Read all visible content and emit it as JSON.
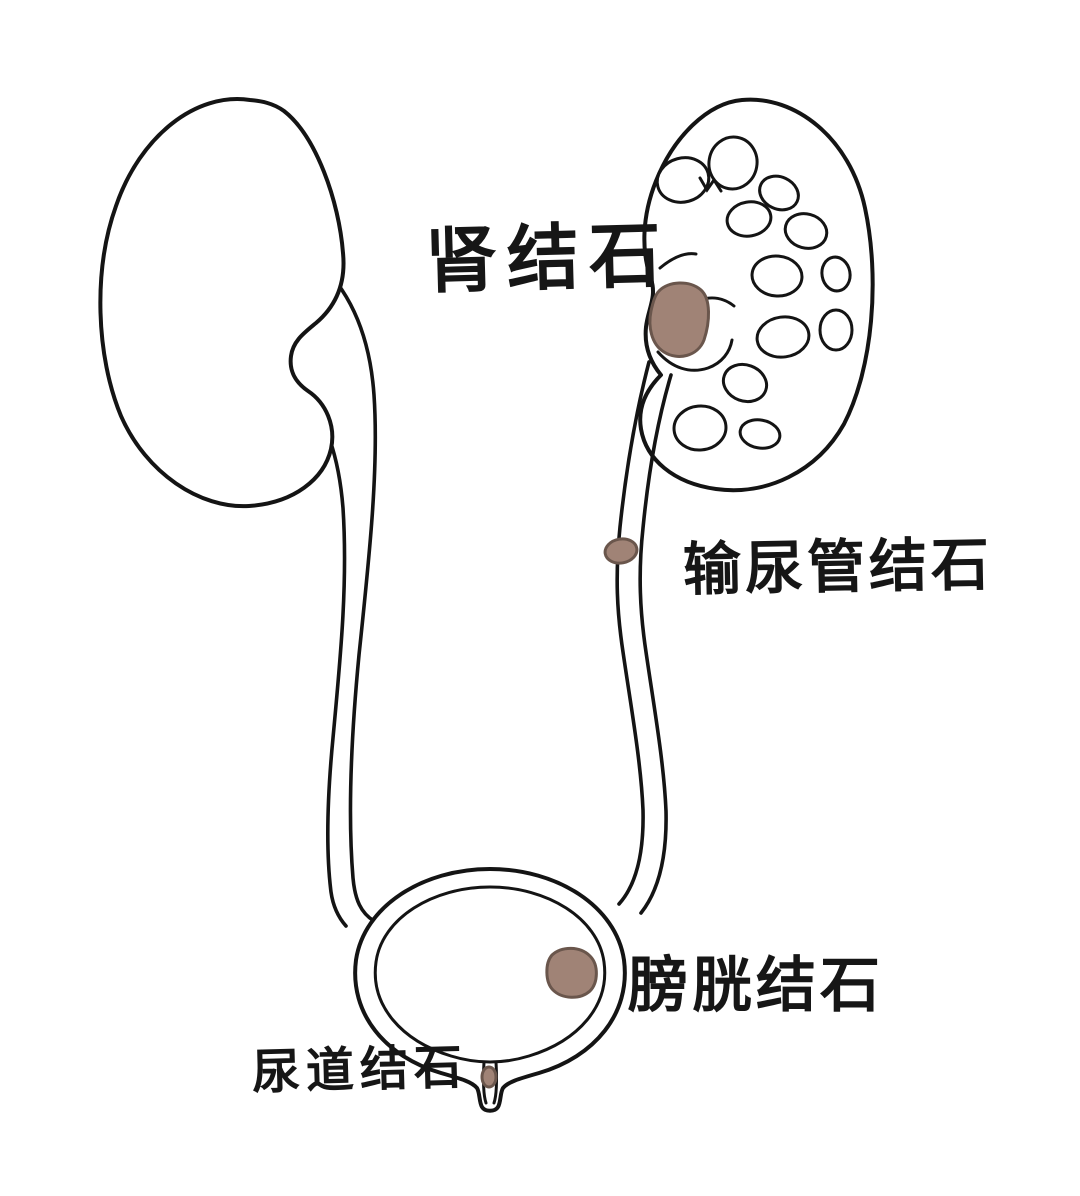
{
  "diagram": {
    "labels": {
      "kidney_stone": "肾结石",
      "ureter_stone": "输尿管结石",
      "bladder_stone": "膀胱结石",
      "urethra_stone": "尿道结石"
    },
    "colors": {
      "background": "#ffffff",
      "line": "#141414",
      "stone_fill": "#a08376",
      "stone_stroke": "#6a564c"
    }
  }
}
